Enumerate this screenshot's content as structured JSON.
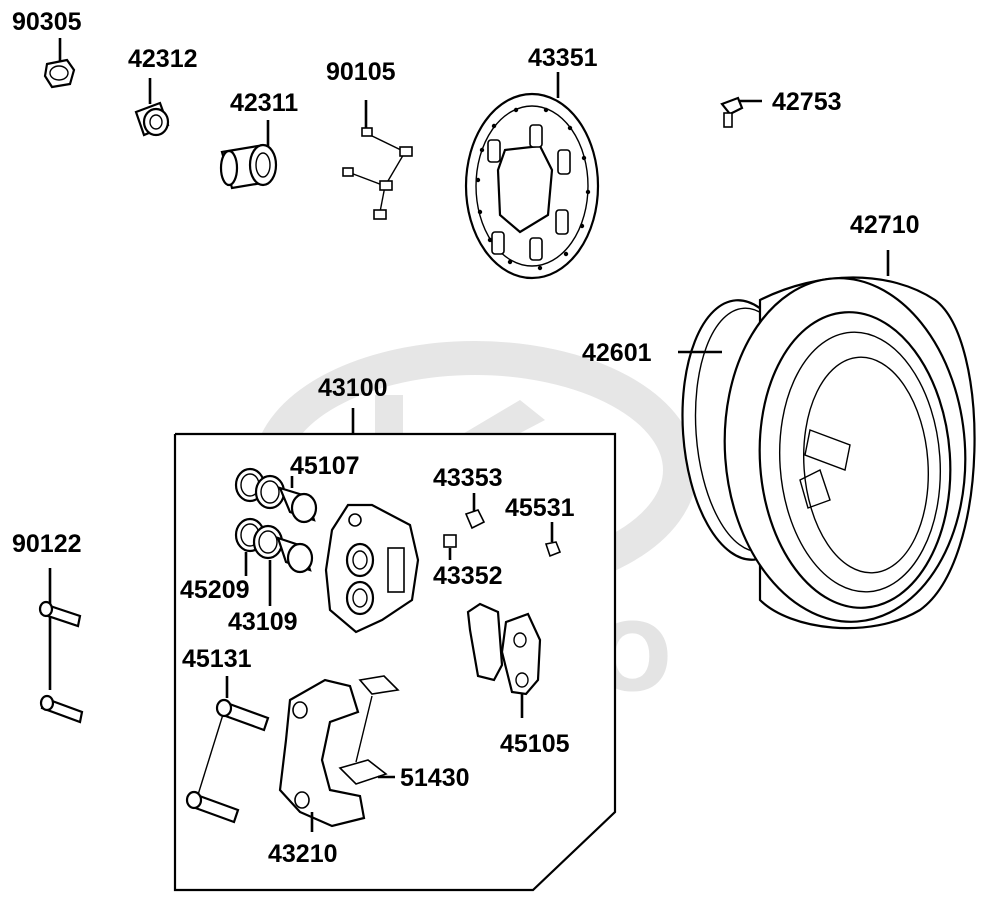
{
  "diagram": {
    "watermark_text": "KYMCO",
    "parts": [
      {
        "id": "p90305",
        "number": "90305"
      },
      {
        "id": "p42312",
        "number": "42312"
      },
      {
        "id": "p42311",
        "number": "42311"
      },
      {
        "id": "p90105",
        "number": "90105"
      },
      {
        "id": "p43351",
        "number": "43351"
      },
      {
        "id": "p42753",
        "number": "42753"
      },
      {
        "id": "p42710",
        "number": "42710"
      },
      {
        "id": "p42601",
        "number": "42601"
      },
      {
        "id": "p43100",
        "number": "43100"
      },
      {
        "id": "p45107",
        "number": "45107"
      },
      {
        "id": "p43353",
        "number": "43353"
      },
      {
        "id": "p45531",
        "number": "45531"
      },
      {
        "id": "p43352",
        "number": "43352"
      },
      {
        "id": "p45209",
        "number": "45209"
      },
      {
        "id": "p43109",
        "number": "43109"
      },
      {
        "id": "p90122",
        "number": "90122"
      },
      {
        "id": "p45131",
        "number": "45131"
      },
      {
        "id": "p45105",
        "number": "45105"
      },
      {
        "id": "p51430",
        "number": "51430"
      },
      {
        "id": "p43210",
        "number": "43210"
      }
    ]
  }
}
